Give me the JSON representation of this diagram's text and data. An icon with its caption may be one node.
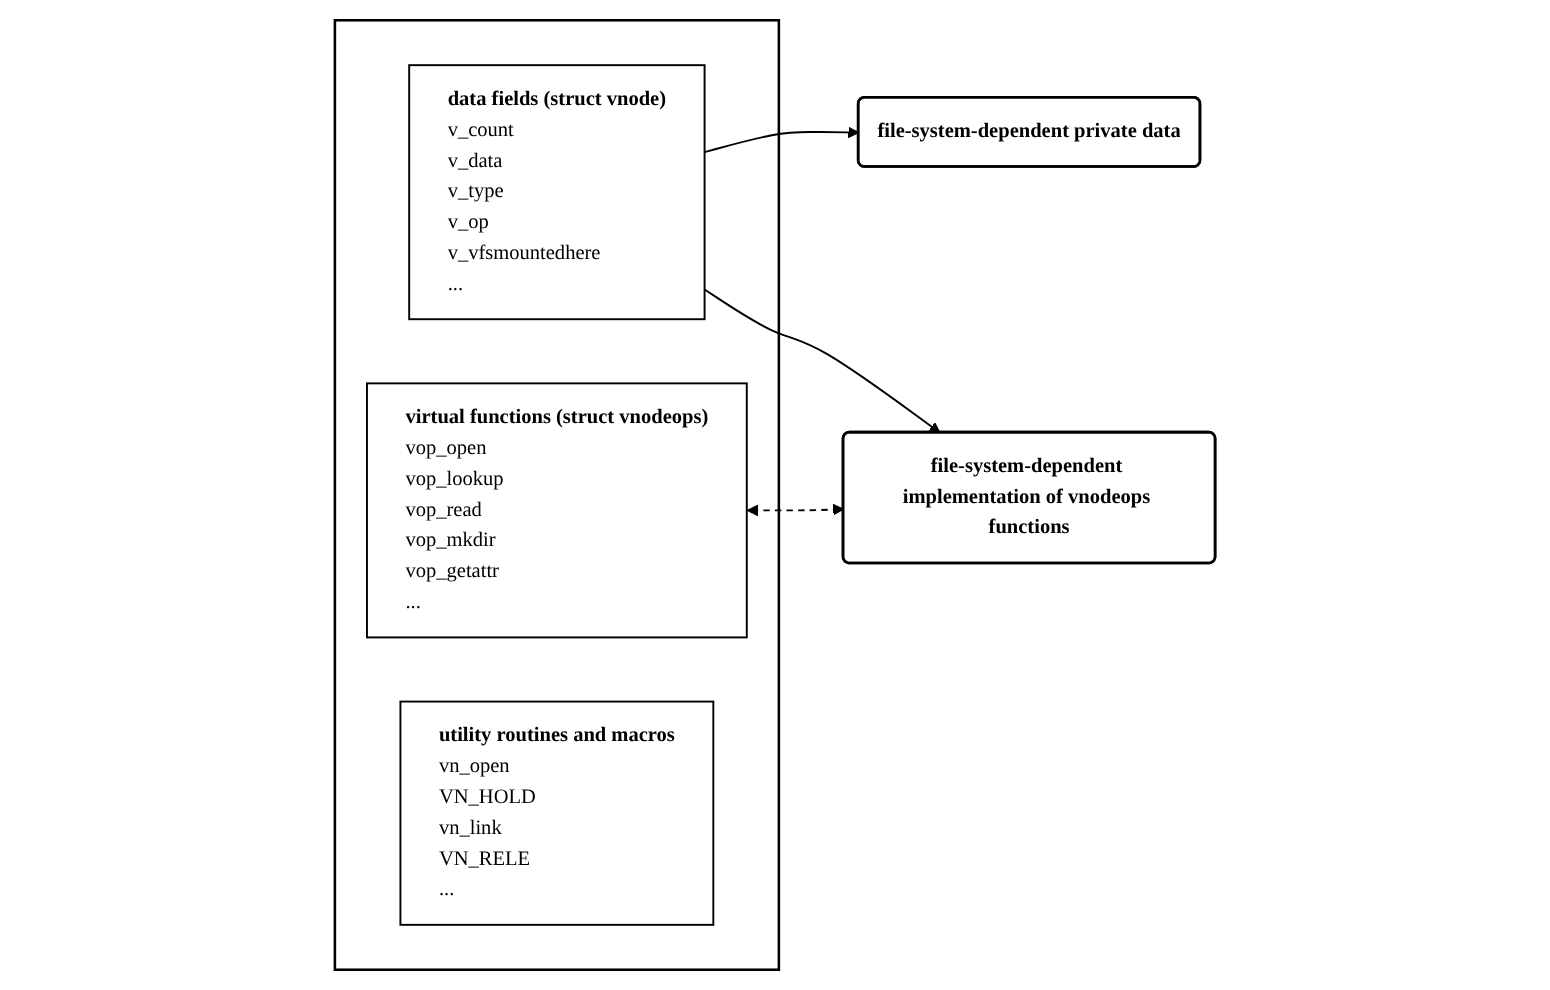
{
  "diagram": {
    "nodes": [
      {
        "text": [],
        "shape": "box"
      },
      {
        "text": [
          "data fields (struct vnode)",
          "v_count",
          "v_data",
          "v_type",
          "v_op",
          "v_vfsmountedhere",
          "..."
        ],
        "in": 0
      },
      {
        "text": [
          "virtual functions (struct vnodeops)",
          "vop_open",
          "vop_lookup",
          "vop_read",
          "vop_mkdir",
          "vop_getattr",
          "..."
        ],
        "in": 0
      },
      {
        "text": [
          "utility routines and macros",
          "vn_open",
          "VN_HOLD",
          "vn_link",
          "VN_RELE",
          "..."
        ],
        "in": 0
      },
      {
        "text": [
          "file-system-dependent private data"
        ]
      },
      {
        "text": [
          "file-system-dependent implementation of vnodeops functions"
        ]
      }
    ],
    "edges": [
      {
        "from": 1,
        "to": 4,
        "arrow": "to"
      },
      {
        "from": 1,
        "to": 5,
        "arrow": "to"
      },
      {
        "from": 2,
        "to": 5,
        "arrow": "both",
        "style": "dashed"
      }
    ]
  }
}
